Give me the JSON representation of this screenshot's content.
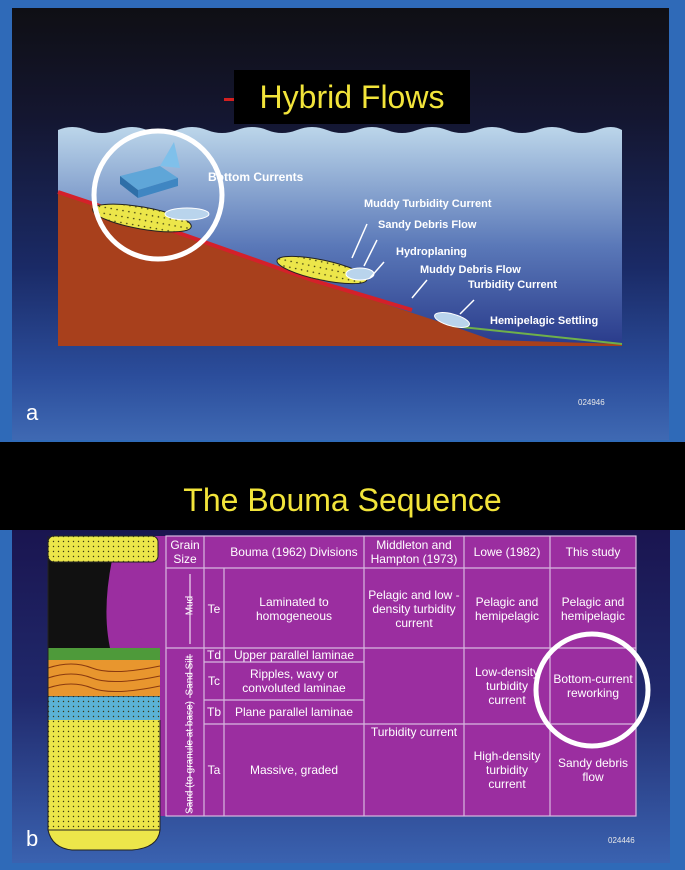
{
  "panel_a": {
    "title": "Hybrid Flows",
    "letter": "a",
    "code": "024946",
    "labels": {
      "bottom_currents": "Bottom Currents",
      "muddy_turbidity": "Muddy Turbidity Current",
      "sandy_debris": "Sandy Debris Flow",
      "hydroplaning": "Hydroplaning",
      "muddy_debris": "Muddy Debris Flow",
      "turbidity": "Turbidity Current",
      "hemipelagic": "Hemipelagic Settling"
    }
  },
  "panel_b": {
    "title": "The Bouma Sequence",
    "letter": "b",
    "code": "024446",
    "headers": {
      "grain_size": "Grain Size",
      "bouma": "Bouma (1962) Divisions",
      "middleton": "Middleton and Hampton (1973)",
      "lowe": "Lowe (1982)",
      "study": "This study"
    },
    "grain": {
      "mud": "Mud",
      "sand_silt": "Sand Silt",
      "sand": "Sand (to granule at base)"
    },
    "rows": {
      "te": {
        "code": "Te",
        "division": "Laminated to homogeneous"
      },
      "td": {
        "code": "Td",
        "division": "Upper parallel laminae"
      },
      "tc": {
        "code": "Tc",
        "division": "Ripples, wavy or convoluted laminae"
      },
      "tb": {
        "code": "Tb",
        "division": "Plane parallel laminae"
      },
      "ta": {
        "code": "Ta",
        "division": "Massive, graded"
      }
    },
    "middleton": {
      "upper": "Pelagic and low - density turbidity current",
      "lower": "Turbidity current"
    },
    "lowe": {
      "upper": "Pelagic and hemipelagic",
      "middle": "Low-density turbidity current",
      "lower": "High-density turbidity current"
    },
    "study": {
      "upper": "Pelagic and hemipelagic",
      "middle": "Bottom-current reworking",
      "lower": "Sandy debris flow"
    }
  },
  "colors": {
    "title_yellow": "#f2e43a",
    "table_magenta": "#9b2ea0",
    "sediment_yellow": "#ece64a",
    "slope_brown": "#a8401c",
    "debris_red": "#d4202a",
    "highlight_circle": "#ffffff"
  }
}
